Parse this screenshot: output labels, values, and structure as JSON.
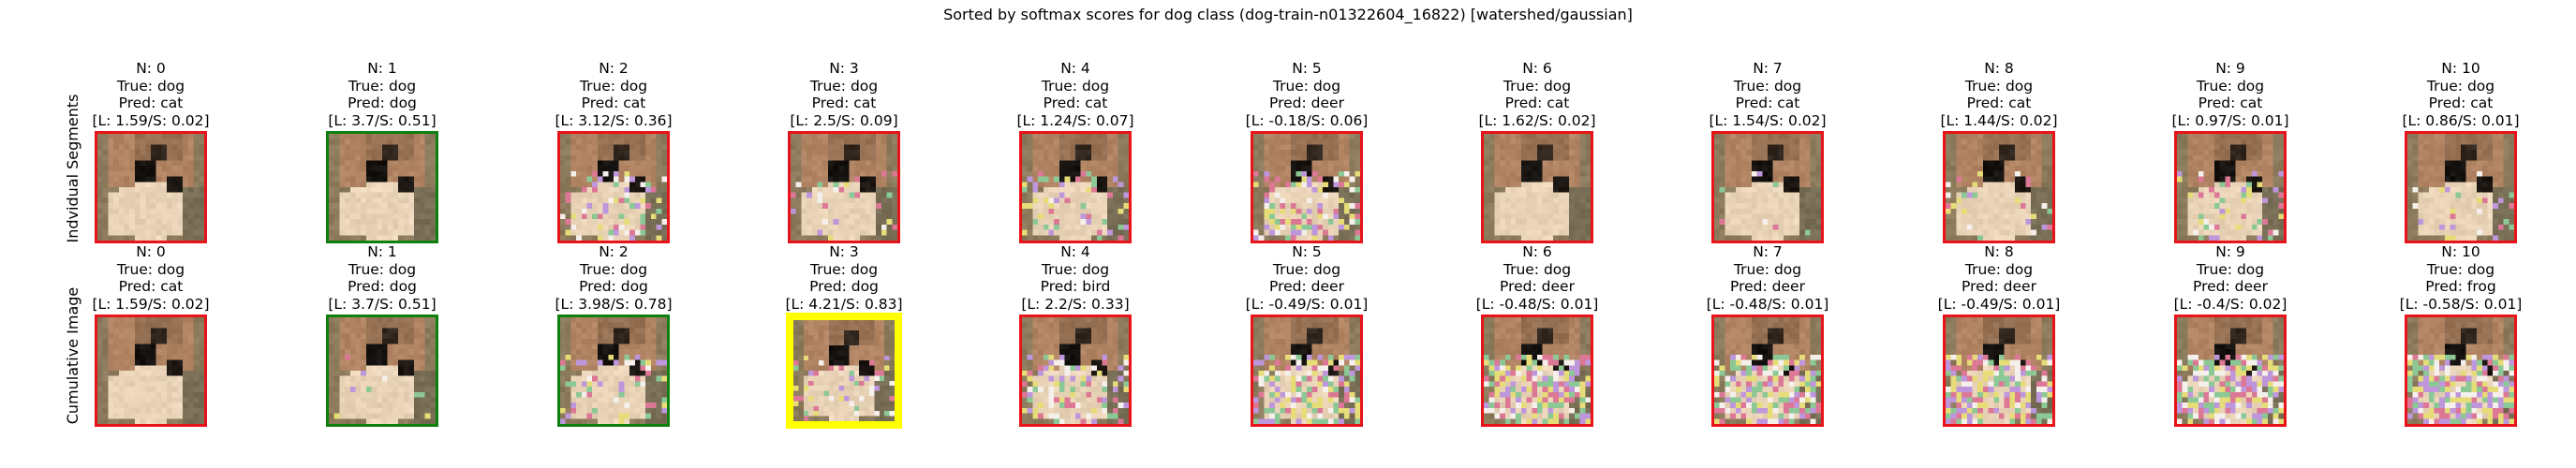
{
  "title": "Sorted by softmax scores for dog class (dog-train-n01322604_16822) [watershed/gaussian]",
  "colors": {
    "wrong": "#e8141a",
    "correct": "#0f800f",
    "best": "#ffff00"
  },
  "rows": [
    {
      "label": "Indvidual Segments",
      "panels": [
        {
          "n": "N: 0",
          "true": "True: dog",
          "pred": "Pred: cat",
          "scores": "[L: 1.59/S: 0.02]",
          "frame": "wrong",
          "noise": 0.0
        },
        {
          "n": "N: 1",
          "true": "True: dog",
          "pred": "Pred: dog",
          "scores": "[L: 3.7/S: 0.51]",
          "frame": "correct",
          "noise": 0.0
        },
        {
          "n": "N: 2",
          "true": "True: dog",
          "pred": "Pred: cat",
          "scores": "[L: 3.12/S: 0.36]",
          "frame": "wrong",
          "noise": 0.3
        },
        {
          "n": "N: 3",
          "true": "True: dog",
          "pred": "Pred: cat",
          "scores": "[L: 2.5/S: 0.09]",
          "frame": "wrong",
          "noise": 0.1
        },
        {
          "n": "N: 4",
          "true": "True: dog",
          "pred": "Pred: cat",
          "scores": "[L: 1.24/S: 0.07]",
          "frame": "wrong",
          "noise": 0.25
        },
        {
          "n": "N: 5",
          "true": "True: dog",
          "pred": "Pred: deer",
          "scores": "[L: -0.18/S: 0.06]",
          "frame": "wrong",
          "noise": 0.4
        },
        {
          "n": "N: 6",
          "true": "True: dog",
          "pred": "Pred: cat",
          "scores": "[L: 1.62/S: 0.02]",
          "frame": "wrong",
          "noise": 0.0
        },
        {
          "n": "N: 7",
          "true": "True: dog",
          "pred": "Pred: cat",
          "scores": "[L: 1.54/S: 0.02]",
          "frame": "wrong",
          "noise": 0.05
        },
        {
          "n": "N: 8",
          "true": "True: dog",
          "pred": "Pred: cat",
          "scores": "[L: 1.44/S: 0.02]",
          "frame": "wrong",
          "noise": 0.1
        },
        {
          "n": "N: 9",
          "true": "True: dog",
          "pred": "Pred: cat",
          "scores": "[L: 0.97/S: 0.01]",
          "frame": "wrong",
          "noise": 0.2
        },
        {
          "n": "N: 10",
          "true": "True: dog",
          "pred": "Pred: cat",
          "scores": "[L: 0.86/S: 0.01]",
          "frame": "wrong",
          "noise": 0.1
        }
      ]
    },
    {
      "label": "Cumulative Image",
      "panels": [
        {
          "n": "N: 0",
          "true": "True: dog",
          "pred": "Pred: cat",
          "scores": "[L: 1.59/S: 0.02]",
          "frame": "wrong",
          "noise": 0.0
        },
        {
          "n": "N: 1",
          "true": "True: dog",
          "pred": "Pred: dog",
          "scores": "[L: 3.7/S: 0.51]",
          "frame": "correct",
          "noise": 0.05
        },
        {
          "n": "N: 2",
          "true": "True: dog",
          "pred": "Pred: dog",
          "scores": "[L: 3.98/S: 0.78]",
          "frame": "correct",
          "noise": 0.15
        },
        {
          "n": "N: 3",
          "true": "True: dog",
          "pred": "Pred: dog",
          "scores": "[L: 4.21/S: 0.83]",
          "frame": "best",
          "noise": 0.2
        },
        {
          "n": "N: 4",
          "true": "True: dog",
          "pred": "Pred: bird",
          "scores": "[L: 2.2/S: 0.33]",
          "frame": "wrong",
          "noise": 0.35
        },
        {
          "n": "N: 5",
          "true": "True: dog",
          "pred": "Pred: deer",
          "scores": "[L: -0.49/S: 0.01]",
          "frame": "wrong",
          "noise": 0.55
        },
        {
          "n": "N: 6",
          "true": "True: dog",
          "pred": "Pred: deer",
          "scores": "[L: -0.48/S: 0.01]",
          "frame": "wrong",
          "noise": 0.6
        },
        {
          "n": "N: 7",
          "true": "True: dog",
          "pred": "Pred: deer",
          "scores": "[L: -0.48/S: 0.01]",
          "frame": "wrong",
          "noise": 0.62
        },
        {
          "n": "N: 8",
          "true": "True: dog",
          "pred": "Pred: deer",
          "scores": "[L: -0.49/S: 0.01]",
          "frame": "wrong",
          "noise": 0.65
        },
        {
          "n": "N: 9",
          "true": "True: dog",
          "pred": "Pred: deer",
          "scores": "[L: -0.4/S: 0.02]",
          "frame": "wrong",
          "noise": 0.7
        },
        {
          "n": "N: 10",
          "true": "True: dog",
          "pred": "Pred: frog",
          "scores": "[L: -0.58/S: 0.01]",
          "frame": "wrong",
          "noise": 0.75
        }
      ]
    }
  ]
}
